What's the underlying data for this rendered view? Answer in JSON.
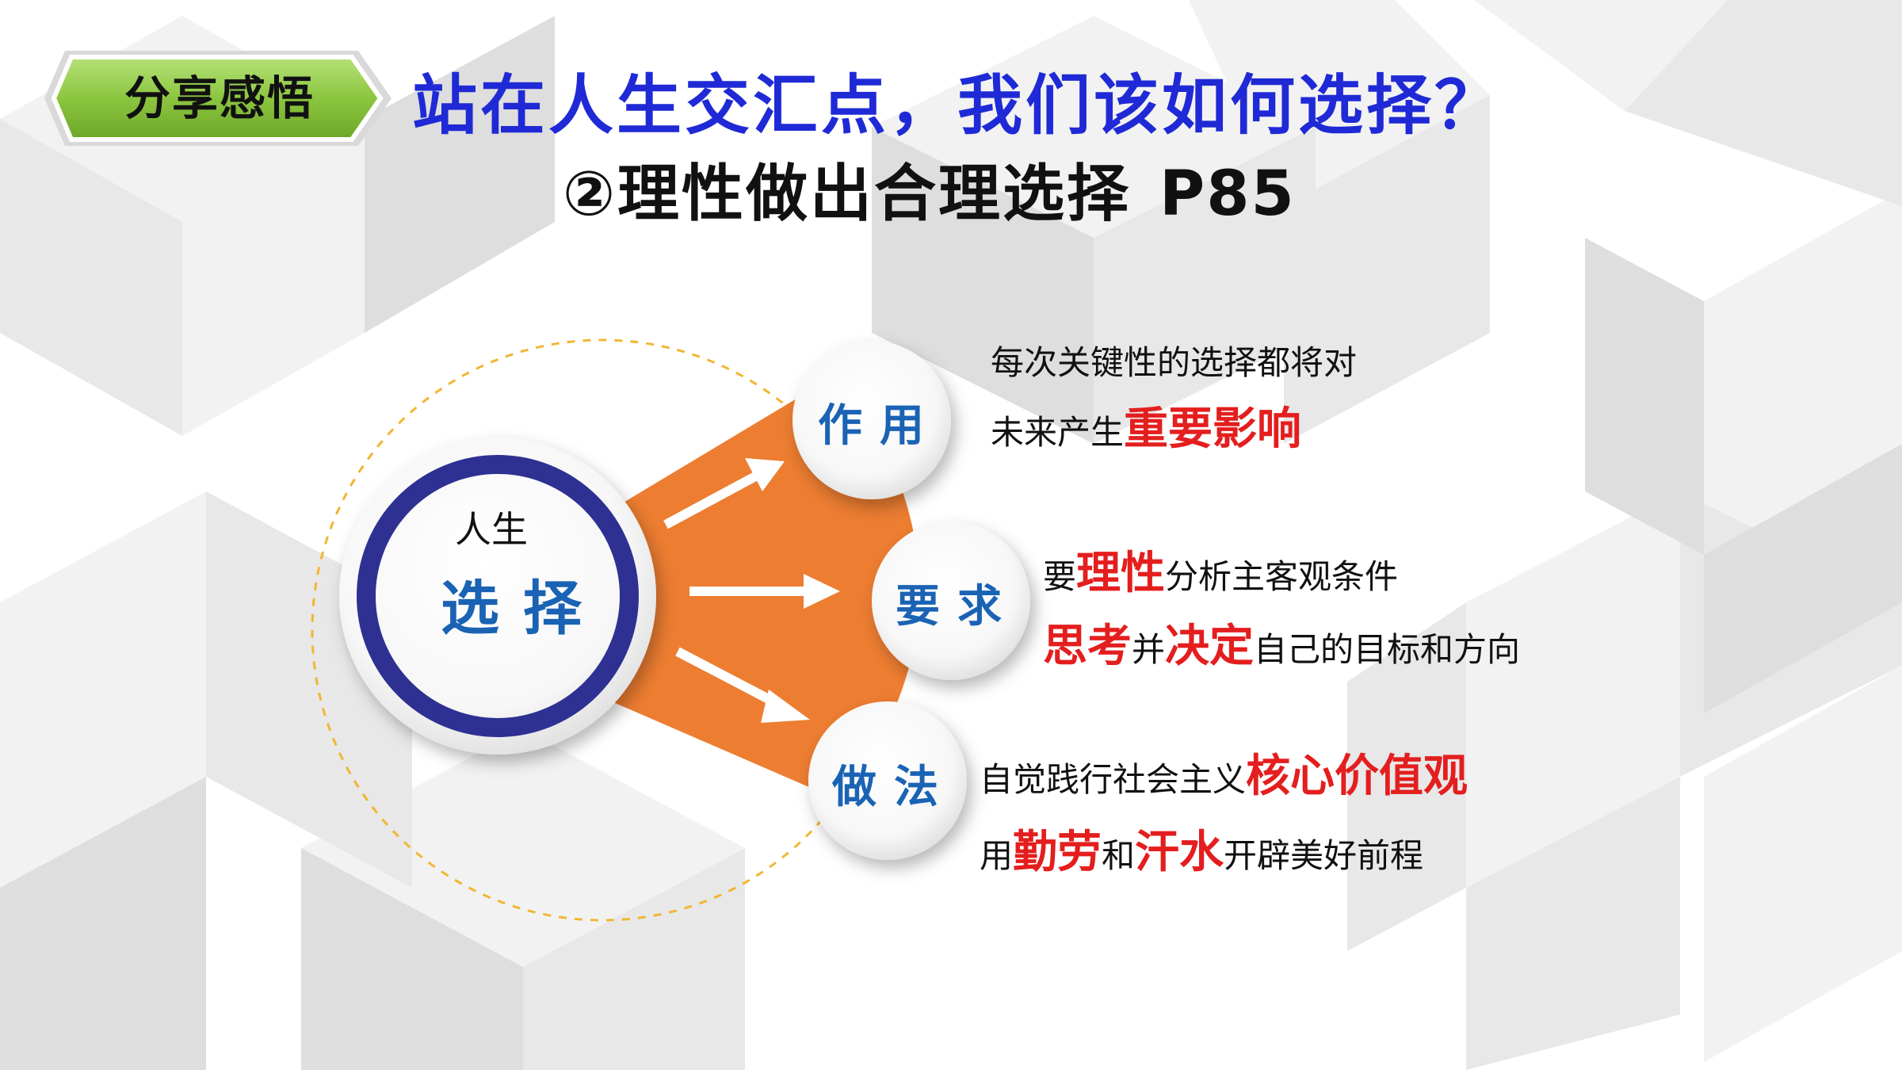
{
  "badge": {
    "label": "分享感悟",
    "color": "#8cc63f"
  },
  "title": {
    "line1": "站在人生交汇点，我们该如何选择？",
    "line2_main": "②理性做出合理选择",
    "line2_page": "P85"
  },
  "center": {
    "small": "人生",
    "big": "选择"
  },
  "nodes": [
    {
      "label": "作用"
    },
    {
      "label": "要求"
    },
    {
      "label": "做法"
    }
  ],
  "descriptions": {
    "effect": {
      "line1": "每次关键性的选择都将对",
      "line2_plain": "未来产生",
      "line2_hl": "重要影响"
    },
    "requirement": {
      "line1_a": "要",
      "line1_hl": "理性",
      "line1_b": "分析主客观条件",
      "line2_hl1": "思考",
      "line2_a": "并",
      "line2_hl2": "决定",
      "line2_b": "自己的目标和方向"
    },
    "practice": {
      "line1_plain": "自觉践行社会主义",
      "line1_hl": "核心价值观",
      "line2_a": "用",
      "line2_hl1": "勤劳",
      "line2_b": "和",
      "line2_hl2": "汗水",
      "line2_c": "开辟美好前程"
    }
  },
  "colors": {
    "title_blue": "#1f2ad6",
    "node_text_blue": "#1a63b4",
    "ring_navy": "#2e3192",
    "orange": "#ed7d31",
    "highlight_red": "#e41e1e",
    "dashed_circle": "#f2b632"
  }
}
